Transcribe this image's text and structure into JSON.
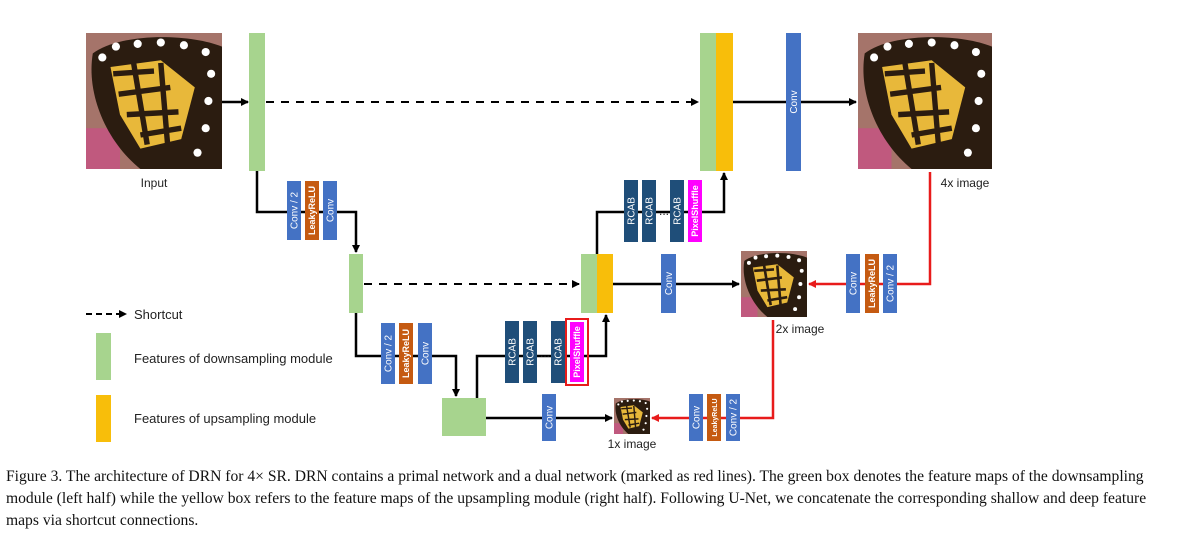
{
  "colors": {
    "down_feature": "#a7d48e",
    "up_feature": "#f8be0a",
    "conv": "#4472c4",
    "leaky_relu": "#c55a11",
    "rcab": "#1f4e79",
    "pixel_shuffle": "#ff00ff",
    "dual_path": "#e81b1b",
    "primal_path": "#000000"
  },
  "images": {
    "input": "Input",
    "out_4x": "4x image",
    "out_2x": "2x image",
    "out_1x": "1x image"
  },
  "blocks": {
    "conv": "Conv",
    "conv_half": "Conv / 2",
    "leaky_relu": "LeakyReLU",
    "rcab": "RCAB",
    "pixel_shuffle": "PixelShuffle",
    "dots": "..."
  },
  "legend": {
    "shortcut": "Shortcut",
    "down_features": "Features of downsampling module",
    "up_features": "Features of upsampling module"
  },
  "caption": "Figure 3.  The architecture of DRN for 4× SR. DRN contains a primal network and a dual network (marked as red lines). The green box denotes the feature maps of the downsampling module (left half) while the yellow box refers to the feature maps of the upsampling module (right half). Following U-Net, we concatenate the corresponding shallow and deep feature maps via shortcut connections."
}
